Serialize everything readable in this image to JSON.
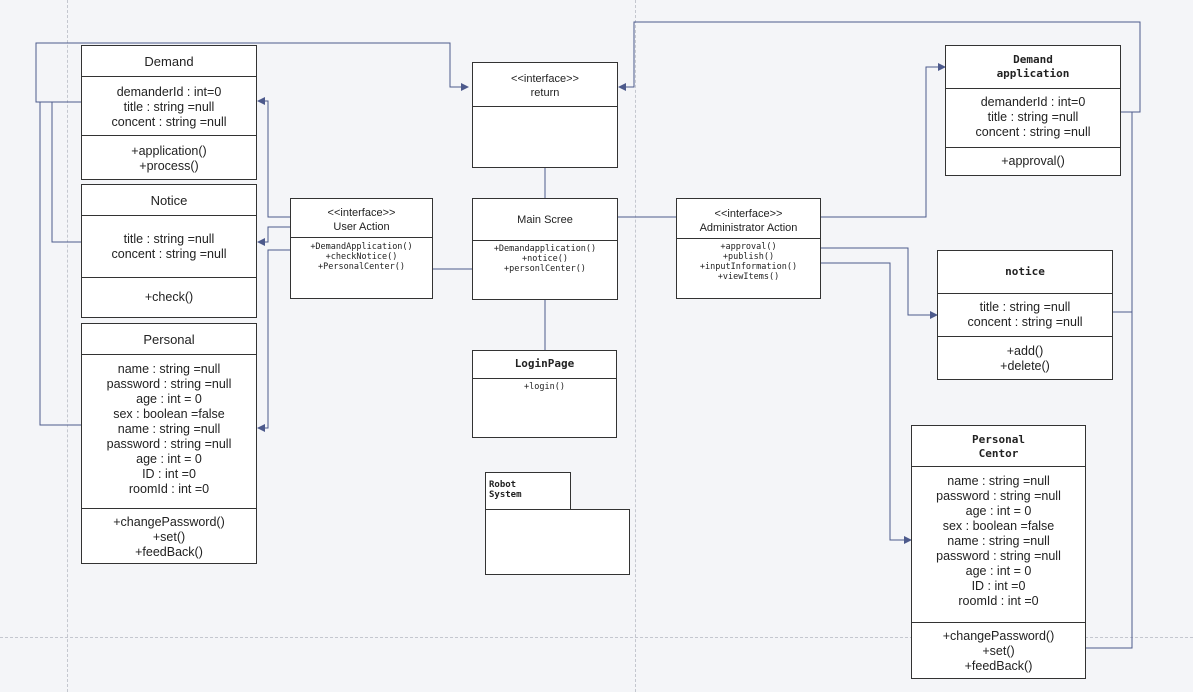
{
  "classes": {
    "demand": {
      "name": "Demand",
      "attributes": [
        "demanderId : int=0",
        "title : string =null",
        "concent : string =null"
      ],
      "methods": [
        "+application()",
        "+process()"
      ]
    },
    "notice": {
      "name": "Notice",
      "attributes": [
        "title : string =null",
        "concent : string =null"
      ],
      "methods": [
        "+check()"
      ]
    },
    "personal": {
      "name": "Personal",
      "attributes": [
        "name : string =null",
        "password : string =null",
        "age : int = 0",
        "sex : boolean =false",
        "name : string =null",
        "password : string =null",
        "age : int = 0",
        "ID : int =0",
        "roomId : int =0"
      ],
      "methods": [
        "+changePassword()",
        "+set()",
        "+feedBack()"
      ]
    },
    "user_action": {
      "stereotype": "<<interface>>",
      "name": "User Action",
      "methods": [
        "+DemandApplication()",
        "+checkNotice()",
        "+PersonalCenter()"
      ]
    },
    "return_iface": {
      "stereotype": "<<interface>>",
      "name": "return"
    },
    "main_screen": {
      "name": "Main Scree",
      "methods": [
        "+Demandapplication()",
        "+notice()",
        "+personlCenter()"
      ]
    },
    "login_page": {
      "name": "LoginPage",
      "methods": [
        "+login()"
      ]
    },
    "admin_action": {
      "stereotype": "<<interface>>",
      "name": "Administrator Action",
      "methods": [
        "+approval()",
        "+publish()",
        "+inputInformation()",
        "+viewItems()"
      ]
    },
    "demand_application": {
      "name_line1": "Demand",
      "name_line2": "application",
      "attributes": [
        "demanderId : int=0",
        "title : string =null",
        "concent : string =null"
      ],
      "methods": [
        "+approval()"
      ]
    },
    "notice_admin": {
      "name": "notice",
      "attributes": [
        "title : string =null",
        "concent : string =null"
      ],
      "methods": [
        "+add()",
        "+delete()"
      ]
    },
    "personal_center": {
      "name_line1": "Personal",
      "name_line2": "Centor",
      "attributes": [
        "name : string =null",
        "password : string =null",
        "age : int = 0",
        "sex : boolean =false",
        "name : string =null",
        "password : string =null",
        "age : int = 0",
        "ID : int =0",
        "roomId : int =0"
      ],
      "methods": [
        "+changePassword()",
        "+set()",
        "+feedBack()"
      ]
    }
  },
  "package": {
    "name_line1": "Robot",
    "name_line2": "System"
  },
  "colors": {
    "connector": "#4d5a8c",
    "guide": "#c4c7cf",
    "border": "#333333",
    "background": "#f4f5f8"
  }
}
